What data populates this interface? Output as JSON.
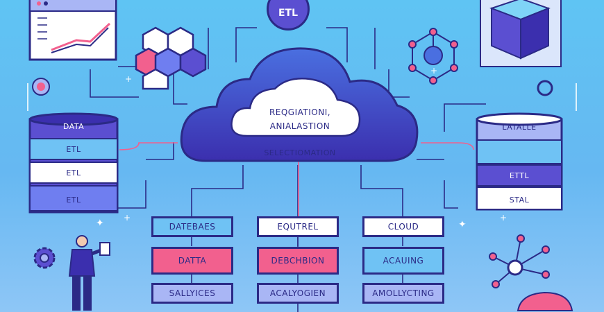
{
  "etl_circle": {
    "label": "ETL"
  },
  "cloud": {
    "center_line1": "REQGIATIONI,",
    "center_line2": "ANIALASTION",
    "banner": "SELECTIOMATION"
  },
  "left_db": {
    "layers": [
      "DATA",
      "ETL",
      "ETL",
      "ETL"
    ]
  },
  "right_db": {
    "layers": [
      "LATALLE",
      "ETTL",
      "STAL"
    ]
  },
  "columns": [
    {
      "top": "DATEBAES",
      "mid": "DATTA",
      "bottom": "SALLYICES"
    },
    {
      "top": "EQUTREL",
      "mid": "DEBCHBION",
      "bottom": "ACALYOGIEN"
    },
    {
      "top": "CLOUD",
      "mid": "ACAUING",
      "bottom": "AMOLLYCTING"
    }
  ],
  "colors": {
    "background": "#5fc4f3",
    "outline": "#2b2a86",
    "purple": "#5b4fd1",
    "pink": "#f2608e",
    "light_blue": "#6fc2f4",
    "lavender": "#a9b6f5"
  }
}
